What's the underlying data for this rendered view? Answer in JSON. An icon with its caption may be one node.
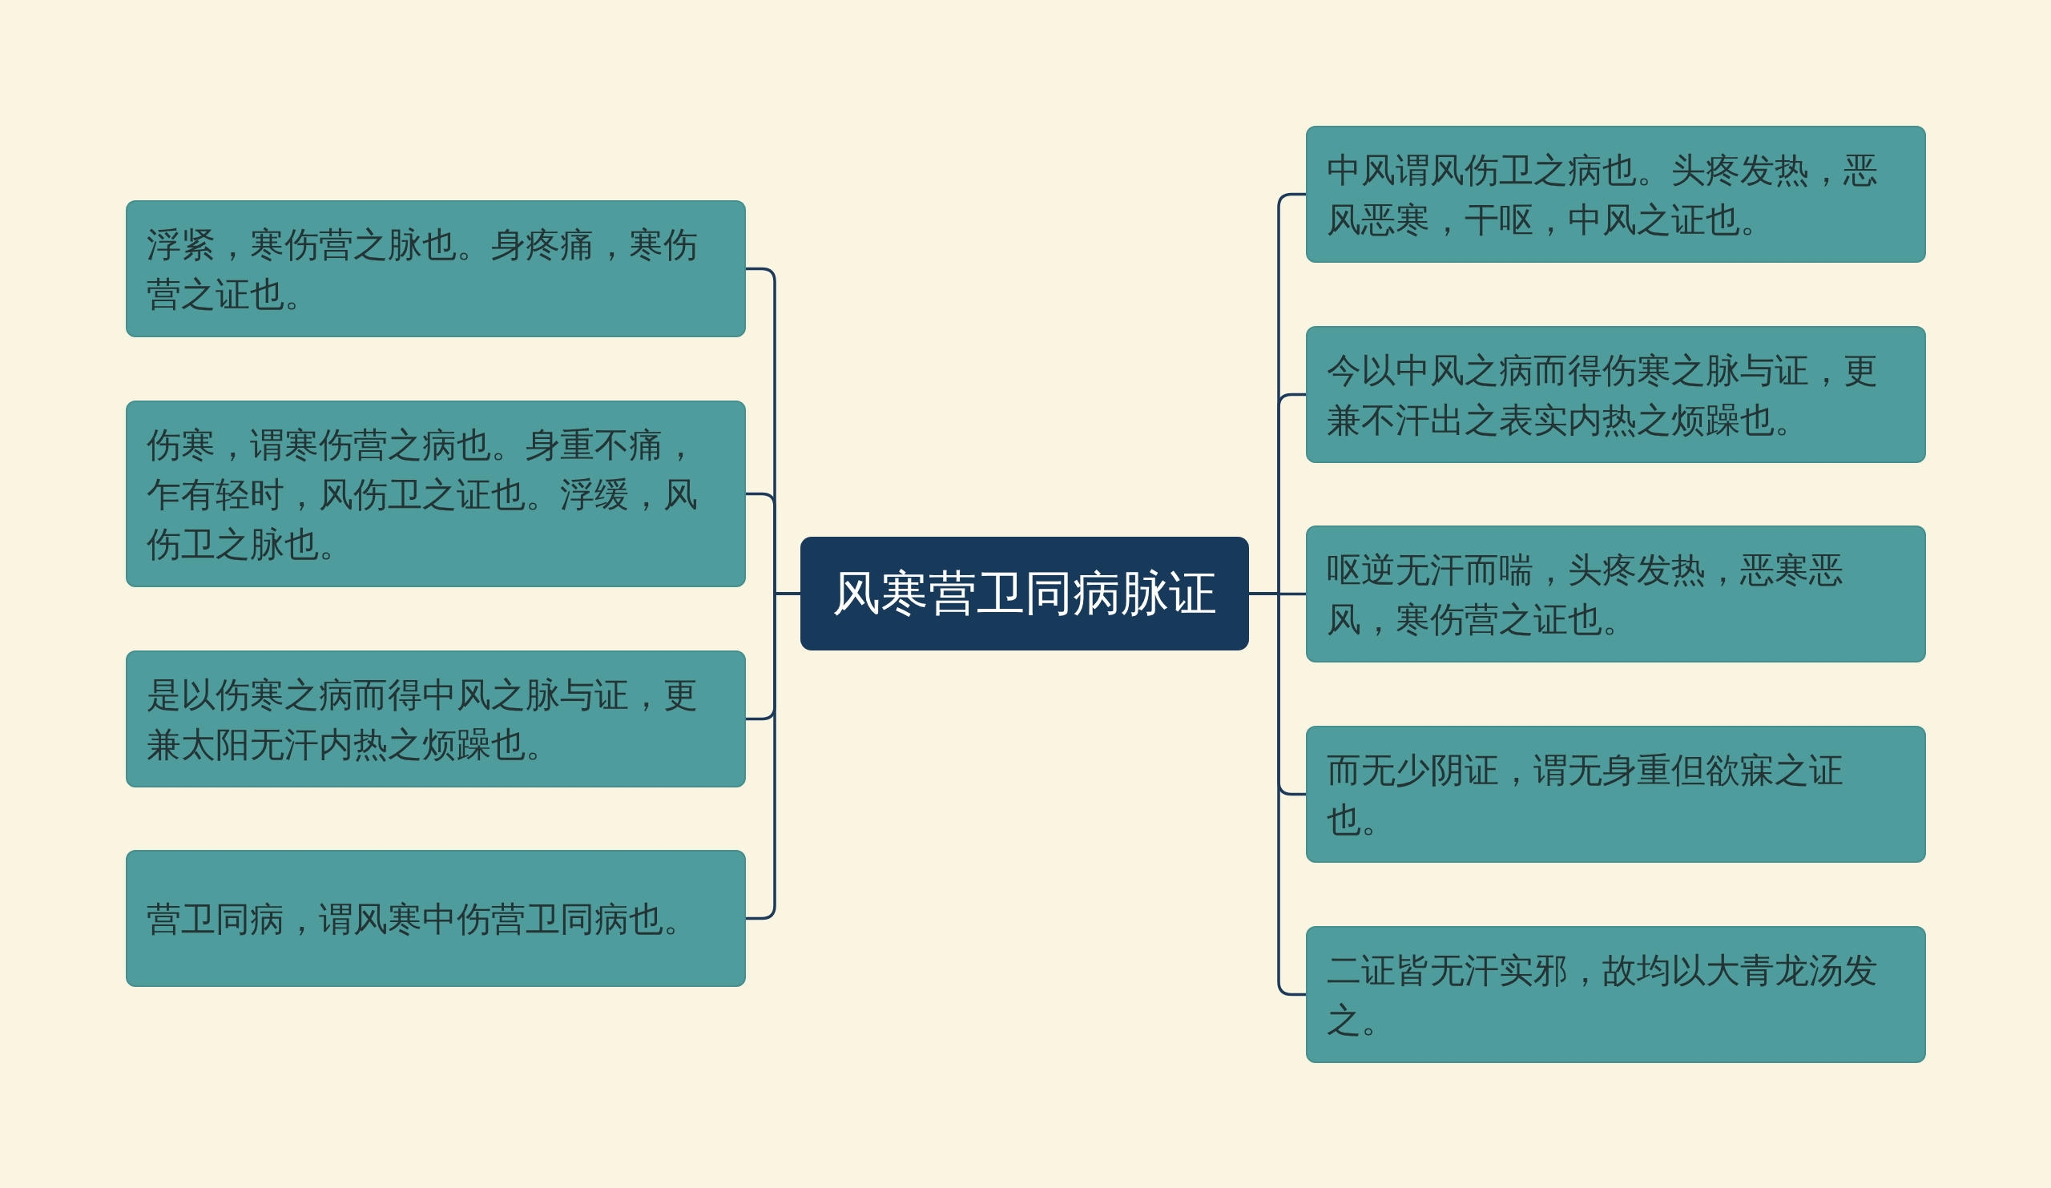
{
  "diagram": {
    "nodes": [
      {
        "text": [
          "风寒营卫同病脉证"
        ]
      },
      {
        "text": [
          "浮紧，寒伤营之脉也。身疼痛，寒伤营之证也。"
        ]
      },
      {
        "text": [
          "伤寒，谓寒伤营之病也。身重不痛，乍有轻时，风伤卫之证也。浮缓，风伤卫之脉也。"
        ]
      },
      {
        "text": [
          "是以伤寒之病而得中风之脉与证，更兼太阳无汗内热之烦躁也。"
        ]
      },
      {
        "text": [
          "营卫同病，谓风寒中伤营卫同病也。"
        ]
      },
      {
        "text": [
          "中风谓风伤卫之病也。头疼发热，恶风恶寒，干呕，中风之证也。"
        ]
      },
      {
        "text": [
          "今以中风之病而得伤寒之脉与证，更兼不汗出之表实内热之烦躁也。"
        ]
      },
      {
        "text": [
          "呕逆无汗而喘，头疼发热，恶寒恶风，寒伤营之证也。"
        ]
      },
      {
        "text": [
          "而无少阴证，谓无身重但欲寐之证也。"
        ]
      },
      {
        "text": [
          "二证皆无汗实邪，故均以大青龙汤发之。"
        ]
      }
    ],
    "edges": [
      {
        "from": 0,
        "to": 1,
        "arrow": "none"
      },
      {
        "from": 0,
        "to": 2,
        "arrow": "none"
      },
      {
        "from": 0,
        "to": 3,
        "arrow": "none"
      },
      {
        "from": 0,
        "to": 4,
        "arrow": "none"
      },
      {
        "from": 0,
        "to": 5,
        "arrow": "none"
      },
      {
        "from": 0,
        "to": 6,
        "arrow": "none"
      },
      {
        "from": 0,
        "to": 7,
        "arrow": "none"
      },
      {
        "from": 0,
        "to": 8,
        "arrow": "none"
      },
      {
        "from": 0,
        "to": 9,
        "arrow": "none"
      }
    ]
  }
}
